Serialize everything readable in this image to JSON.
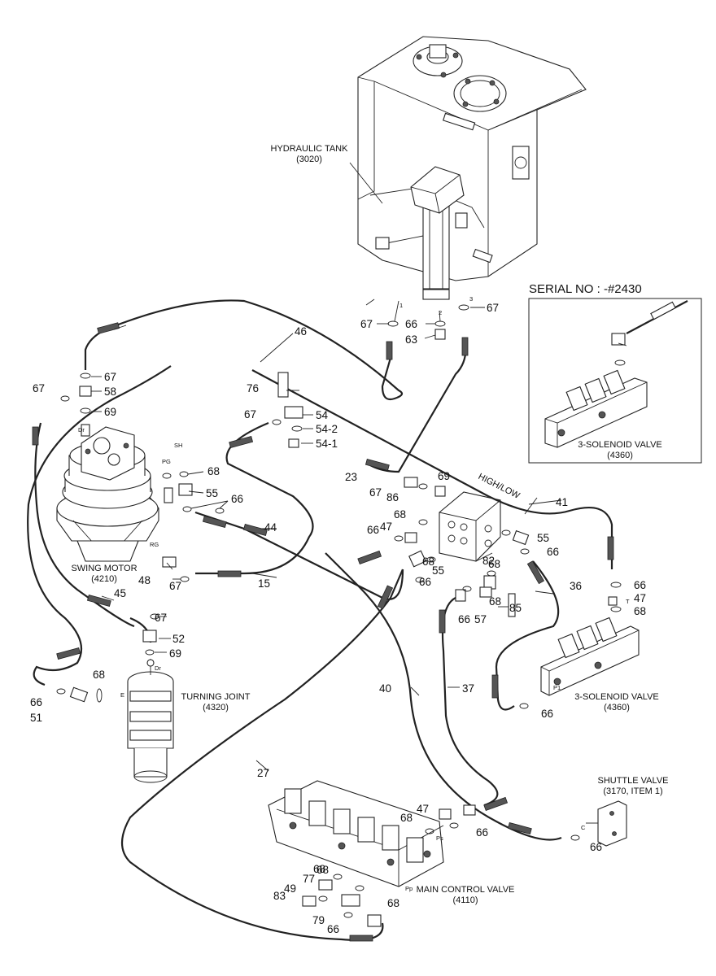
{
  "components": {
    "hydraulic_tank": {
      "name": "HYDRAULIC TANK",
      "code": "(3020)"
    },
    "swing_motor": {
      "name": "SWING MOTOR",
      "code": "(4210)"
    },
    "turning_joint": {
      "name": "TURNING JOINT",
      "code": "(4320)"
    },
    "main_control_valve": {
      "name": "MAIN CONTROL VALVE",
      "code": "(4110)"
    },
    "shuttle_valve": {
      "name": "SHUTTLE VALVE",
      "code": "(3170, ITEM 1)"
    },
    "solenoid_valve_main": {
      "name": "3-SOLENOID VALVE",
      "code": "(4360)"
    },
    "solenoid_valve_inset": {
      "name": "3-SOLENOID VALVE",
      "code": "(4360)"
    }
  },
  "serial_note": "SERIAL NO : -#2430",
  "line_label": "HIGH/LOW",
  "port_labels": [
    "1",
    "2",
    "3",
    "Dr",
    "SH",
    "PG",
    "RG",
    "Dr",
    "E",
    "C",
    "Pp",
    "Ps",
    "P1",
    "T"
  ],
  "callouts": [
    "46",
    "67",
    "67",
    "58",
    "69",
    "76",
    "67",
    "54",
    "54-2",
    "54-1",
    "67",
    "66",
    "63",
    "67",
    "68",
    "55",
    "66",
    "23",
    "69",
    "67",
    "86",
    "41",
    "68",
    "47",
    "66",
    "68",
    "55",
    "66",
    "82",
    "55",
    "68",
    "66",
    "44",
    "15",
    "48",
    "67",
    "45",
    "67",
    "52",
    "69",
    "66",
    "51",
    "68",
    "66",
    "57",
    "68",
    "85",
    "36",
    "66",
    "47",
    "68",
    "40",
    "37",
    "66",
    "27",
    "47",
    "68",
    "66",
    "66",
    "68",
    "77",
    "68",
    "83",
    "79",
    "68",
    "66",
    "49"
  ]
}
